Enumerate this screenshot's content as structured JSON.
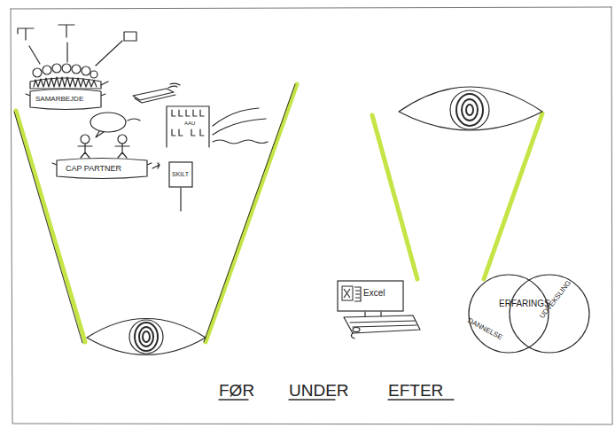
{
  "diagram": {
    "nodes": [
      {
        "text": [
          "SAMARBEJDE"
        ]
      },
      {
        "text": [
          "CAP PARTNER"
        ]
      },
      {
        "text": [
          "AAU"
        ]
      },
      {
        "text": [
          "SKILT"
        ]
      },
      {
        "text": [
          "Excel"
        ]
      },
      {
        "text": [
          "DANNELSE"
        ]
      },
      {
        "text": [
          "UDVEKSLING"
        ]
      }
    ],
    "labels": [
      "ERFARINGS",
      "FØR",
      "UNDER",
      "EFTER"
    ]
  }
}
